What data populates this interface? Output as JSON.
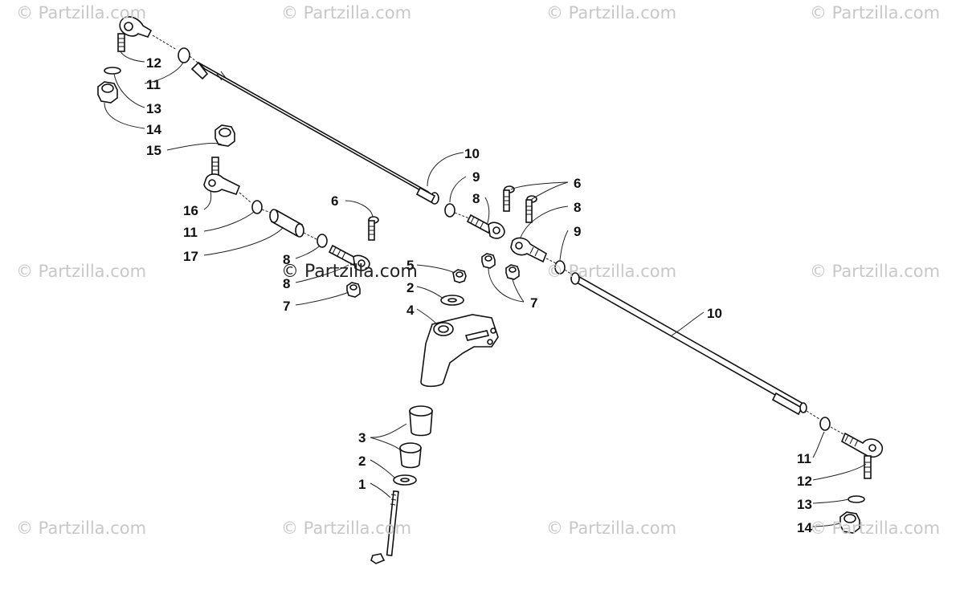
{
  "watermark": {
    "text": "© Partzilla.com"
  },
  "callouts": {
    "c1": "1",
    "c2a": "2",
    "c2b": "2",
    "c3": "3",
    "c4": "4",
    "c5": "5",
    "c6a": "6",
    "c6b": "6",
    "c7a": "7",
    "c7b": "7",
    "c8a": "8",
    "c8b": "8",
    "c8c": "8",
    "c8d": "8",
    "c9a": "9",
    "c9b": "9",
    "c10a": "10",
    "c10b": "10",
    "c11a": "11",
    "c11b": "11",
    "c11c": "11",
    "c12a": "12",
    "c12b": "12",
    "c13a": "13",
    "c13b": "13",
    "c14a": "14",
    "c14b": "14",
    "c15": "15",
    "c16": "16",
    "c17": "17"
  }
}
